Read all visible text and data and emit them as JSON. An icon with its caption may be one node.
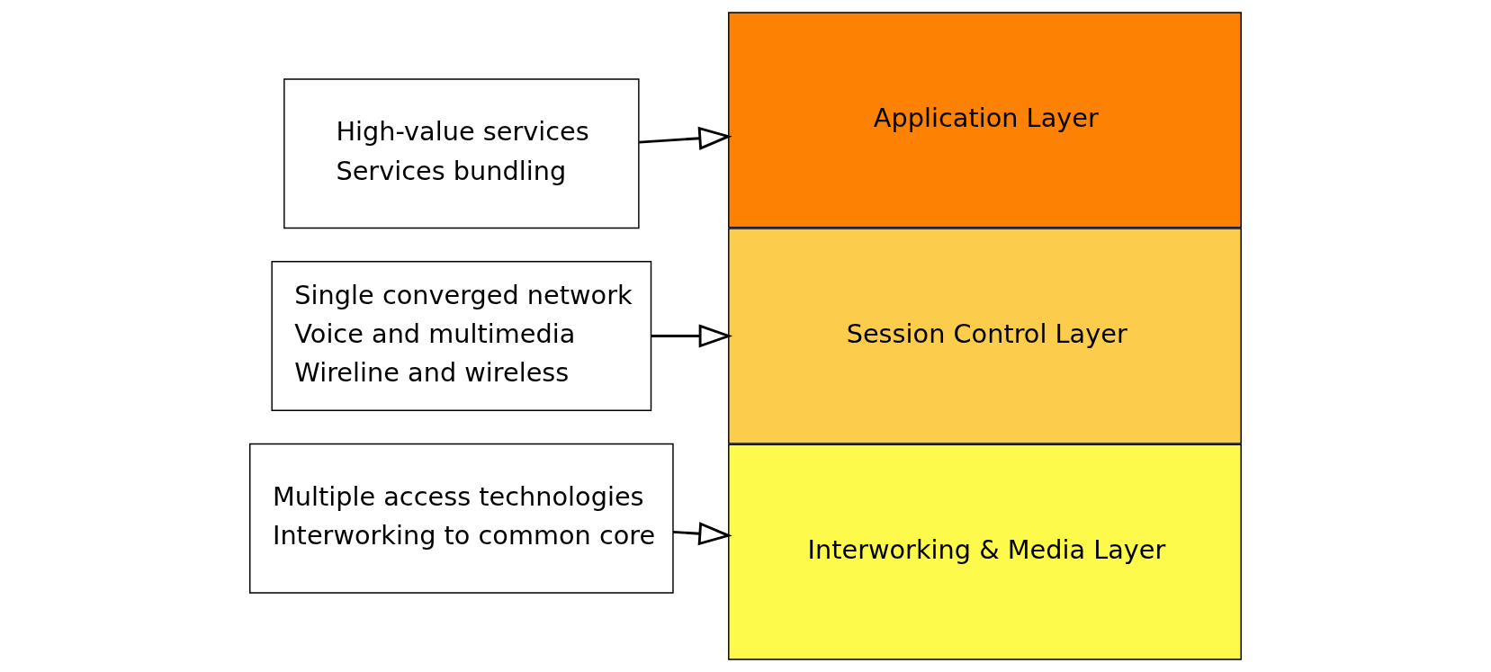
{
  "diagram": {
    "nodes": [
      {
        "text": [
          "High-value services",
          "Services bundling"
        ]
      },
      {
        "text": [
          "Application Layer"
        ]
      },
      {
        "text": [
          "Single converged network",
          "Voice and multimedia",
          "Wireline and wireless"
        ]
      },
      {
        "text": [
          "Session Control Layer"
        ]
      },
      {
        "text": [
          "Multiple access technologies",
          "Interworking to common core"
        ]
      },
      {
        "text": [
          "Interworking & Media Layer"
        ]
      }
    ],
    "edges": [
      {
        "from": 0,
        "to": 1,
        "arrow": "to"
      },
      {
        "from": 2,
        "to": 3,
        "arrow": "to"
      },
      {
        "from": 4,
        "to": 5,
        "arrow": "to"
      }
    ]
  }
}
